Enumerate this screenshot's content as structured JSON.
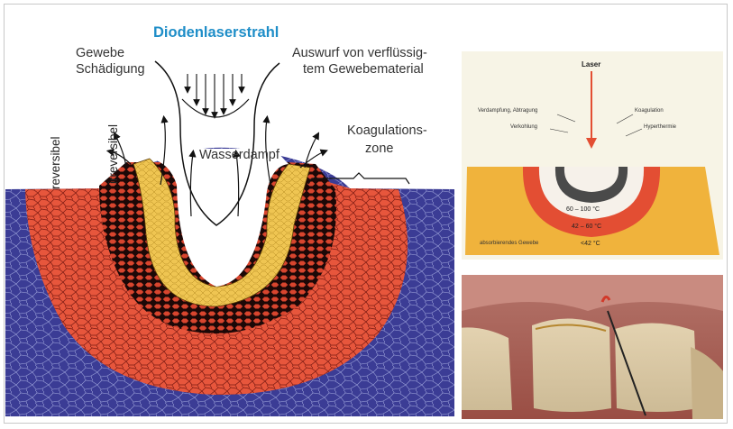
{
  "title": "Diodenlaserstrahl",
  "labels": {
    "damage_line1": "Gewebe",
    "damage_line2": "Schädigung",
    "ejection_line1": "Auswurf von verflüssig-",
    "ejection_line2": "tem Gewebematerial",
    "steam": "Wasserdampf",
    "coag_line1": "Koagulations-",
    "coag_line2": "zone",
    "reversible": "reversibel",
    "irreversible": "irreversibel"
  },
  "inset": {
    "laser": "Laser",
    "vaporization": "Verdampfung, Abtragung",
    "carbonization": "Verkohlung",
    "coagulation": "Koagulation",
    "hyperthermia": "Hyperthermie",
    "temp_high": "60 – 100 °C",
    "temp_mid": "42 – 60 °C",
    "temp_low": "<42 °C",
    "tissue": "absorbierendes Gewebe"
  },
  "colors": {
    "title_blue": "#1f8ec8",
    "tissue_blue": "#3b3c95",
    "reversible_red": "#e7563c",
    "irreversible_dark": "#1c0807",
    "coag_yellow": "#efc552",
    "inset_yellow": "#f0b33c",
    "inset_red": "#e34e33",
    "inset_grey": "#4a4a4a"
  }
}
